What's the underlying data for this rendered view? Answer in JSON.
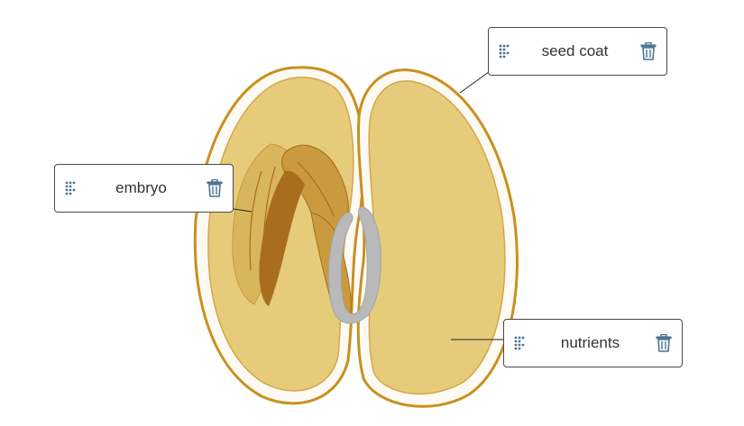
{
  "labels": [
    {
      "text": "seed coat",
      "handle_icon": "drag-handle-icon",
      "delete_icon": "trash-icon"
    },
    {
      "text": "embryo",
      "handle_icon": "drag-handle-icon",
      "delete_icon": "trash-icon"
    },
    {
      "text": "nutrients",
      "handle_icon": "drag-handle-icon",
      "delete_icon": "trash-icon"
    }
  ],
  "colors": {
    "seed_outline": "#c8901e",
    "seed_coat_fill": "#fcfaf2",
    "cotyledon_fill": "#e5cb7a",
    "cotyledon_edge": "#d6a64a",
    "embryo_light": "#d9b65e",
    "embryo_mid": "#c99a3e",
    "embryo_dark": "#a86d1e",
    "hilum_gray": "#b9b9b9",
    "card_border": "#4a4a4a",
    "icon_blue": "#4a7390",
    "leader_line": "#222222"
  }
}
